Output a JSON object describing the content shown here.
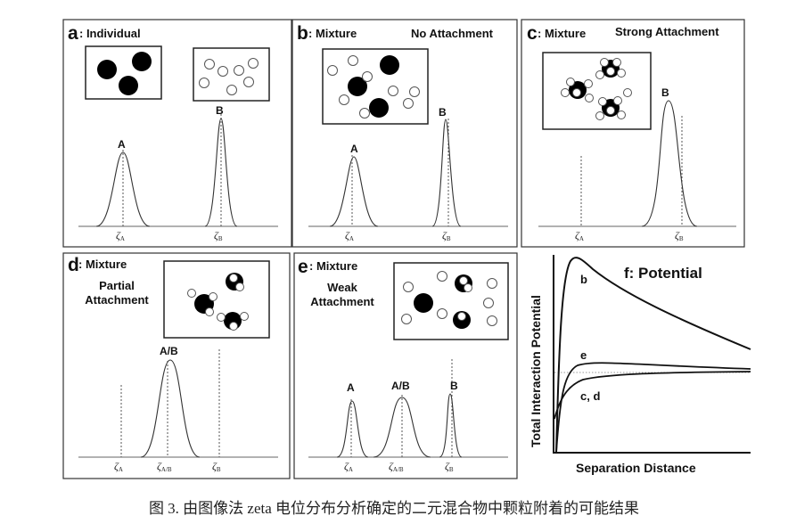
{
  "panels": {
    "a": {
      "letter": "a",
      "label": ": Individual",
      "peak_a": "A",
      "peak_b": "B",
      "zeta_a": "A",
      "zeta_b": "B"
    },
    "b": {
      "letter": "b",
      "label": ": Mixture",
      "subtitle": "No Attachment",
      "peak_a": "A",
      "peak_b": "B",
      "zeta_a": "A",
      "zeta_b": "B"
    },
    "c": {
      "letter": "c",
      "label": ": Mixture",
      "subtitle": "Strong Attachment",
      "peak_b": "B",
      "zeta_a": "A",
      "zeta_b": "B"
    },
    "d": {
      "letter": "d",
      "label": ": Mixture",
      "subtitle_line1": "Partial",
      "subtitle_line2": "Attachment",
      "peak_ab": "A/B",
      "zeta_a": "A",
      "zeta_ab": "A/B",
      "zeta_b": "B"
    },
    "e": {
      "letter": "e",
      "label": ": Mixture",
      "subtitle_line1": "Weak",
      "subtitle_line2": "Attachment",
      "peak_a": "A",
      "peak_ab": "A/B",
      "peak_b": "B",
      "zeta_a": "A",
      "zeta_ab": "A/B",
      "zeta_b": "B"
    },
    "f": {
      "title": "f: Potential",
      "ylabel": "Total Interaction Potential",
      "xlabel": "Separation Distance",
      "curve_b": "b",
      "curve_e": "e",
      "curve_cd": "c, d"
    }
  },
  "zeta_symbol": "ζ",
  "caption": "图 3. 由图像法 zeta 电位分布分析确定的二元混合物中颗粒附着的可能结果"
}
